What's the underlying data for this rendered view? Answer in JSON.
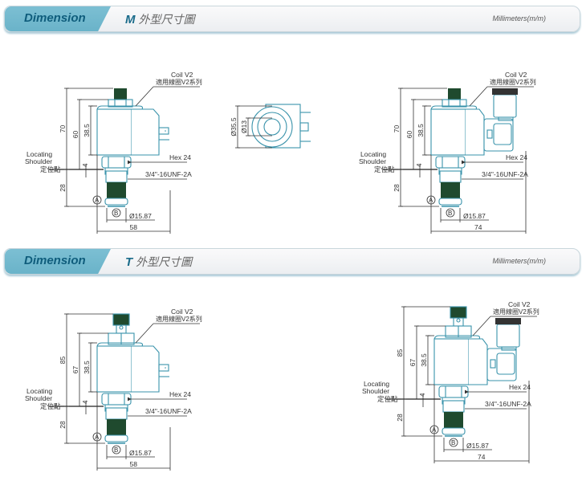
{
  "sections": [
    {
      "tab": "Dimension",
      "model": "M",
      "title_cn": "外型尺寸圖",
      "units": "Millimeters(m/m)",
      "drawings": [
        {
          "variant": "standard-coil",
          "overall_height": "70",
          "coil_top_height": "60",
          "coil_height": "38.5",
          "shoulder_offset": "4",
          "cartridge_length": "28",
          "hex": "Hex 24",
          "thread": "3/4\"-16UNF-2A",
          "port_a": "A",
          "port_b": "B",
          "diameter": "Ø15.87",
          "width": "58",
          "coil_label": "Coil V2",
          "coil_label_cn": "適用線圈V2系列",
          "shoulder_label_1": "Locating",
          "shoulder_label_2": "Shoulder",
          "shoulder_label_cn": "定位點"
        },
        {
          "variant": "top-view",
          "outer_diameter": "Ø35.5",
          "inner_diameter": "Ø13"
        },
        {
          "variant": "din-coil",
          "overall_height": "70",
          "coil_top_height": "60",
          "coil_height": "38.5",
          "shoulder_offset": "4",
          "cartridge_length": "28",
          "hex": "Hex 24",
          "thread": "3/4\"-16UNF-2A",
          "port_a": "A",
          "port_b": "B",
          "diameter": "Ø15.87",
          "width": "74",
          "coil_label": "Coil V2",
          "coil_label_cn": "適用線圈V2系列",
          "shoulder_label_1": "Locating",
          "shoulder_label_2": "Shoulder",
          "shoulder_label_cn": "定位點"
        }
      ]
    },
    {
      "tab": "Dimension",
      "model": "T",
      "title_cn": "外型尺寸圖",
      "units": "Millimeters(m/m)",
      "drawings": [
        {
          "variant": "standard-coil",
          "overall_height": "85",
          "coil_top_height": "67",
          "coil_height": "38.5",
          "shoulder_offset": "4",
          "cartridge_length": "28",
          "hex": "Hex 24",
          "thread": "3/4\"-16UNF-2A",
          "port_a": "A",
          "port_b": "B",
          "diameter": "Ø15.87",
          "width": "58",
          "coil_label": "Coil V2",
          "coil_label_cn": "適用線圈V2系列",
          "shoulder_label_1": "Locating",
          "shoulder_label_2": "Shoulder",
          "shoulder_label_cn": "定位點"
        },
        {
          "variant": "din-coil",
          "overall_height": "85",
          "coil_top_height": "67",
          "coil_height": "38.5",
          "shoulder_offset": "4",
          "cartridge_length": "28",
          "hex": "Hex 24",
          "thread": "3/4\"-16UNF-2A",
          "port_a": "A",
          "port_b": "B",
          "diameter": "Ø15.87",
          "width": "74",
          "coil_label": "Coil V2",
          "coil_label_cn": "適用線圈V2系列",
          "shoulder_label_1": "Locating",
          "shoulder_label_2": "Shoulder",
          "shoulder_label_cn": "定位點"
        }
      ]
    }
  ],
  "colors": {
    "outline": "#3a93ab",
    "dark_green": "#1f4a2e",
    "dim_line": "#333333",
    "tab": "#72b8cd",
    "tab_text": "#0f5d7c"
  }
}
